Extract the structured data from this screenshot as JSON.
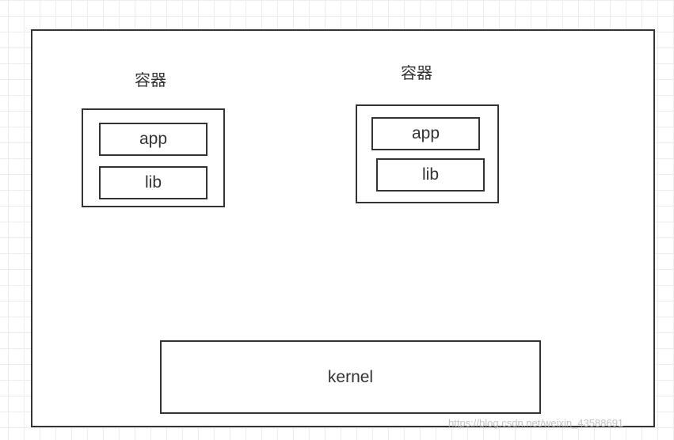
{
  "diagram": {
    "containers": [
      {
        "title": "容器",
        "app": "app",
        "lib": "lib"
      },
      {
        "title": "容器",
        "app": "app",
        "lib": "lib"
      }
    ],
    "kernel": "kernel"
  },
  "watermark": "https://blog.csdn.net/weixin_43588691"
}
